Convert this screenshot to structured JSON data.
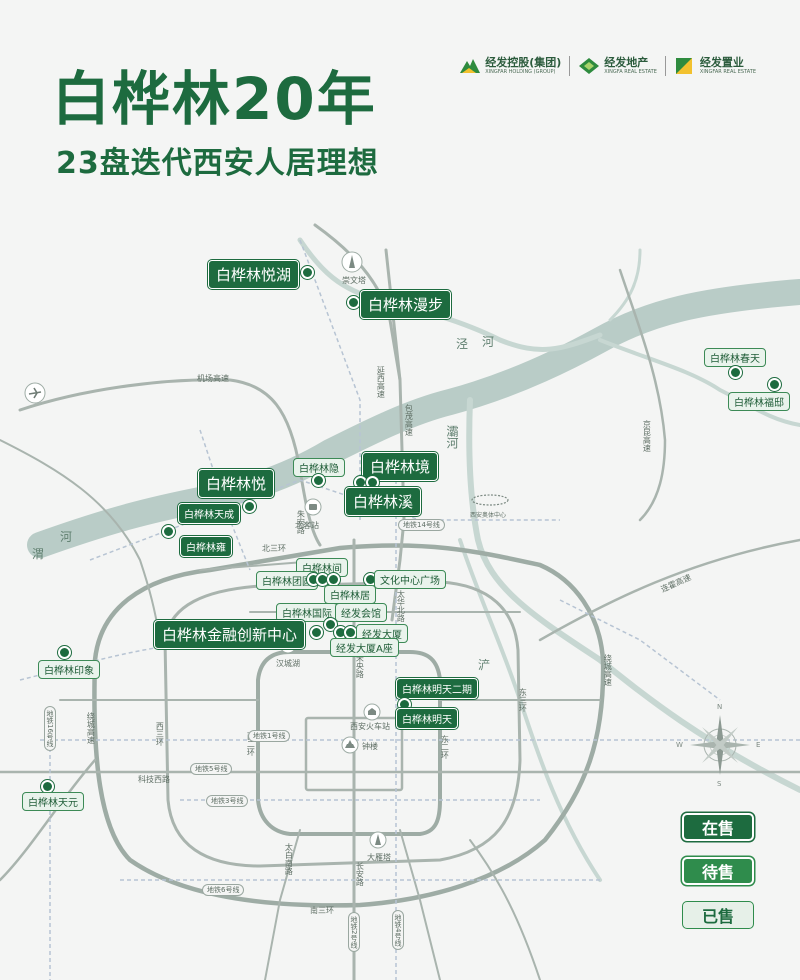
{
  "header": {
    "title": "白桦林20年",
    "subtitle": "23盘迭代西安人居理想"
  },
  "logos": [
    {
      "name": "经发控股(集团)",
      "en": "XINGFAR HOLDING (GROUP)",
      "icon": "xingfar-holding-logo-icon",
      "color": "#2e8b3e"
    },
    {
      "name": "经发地产",
      "en": "XINGFA REAL ESTATE",
      "icon": "xingfa-diamond-logo-icon",
      "color": "#2e8b3e"
    },
    {
      "name": "经发置业",
      "en": "XINGFAR REAL ESTATE",
      "icon": "xingfar-square-logo-icon",
      "color": "#2e8b3e"
    }
  ],
  "colors": {
    "brand_green": "#1d6b3f",
    "river": "#b8cec9",
    "road": "#a8b3ad",
    "background": "#f4f5f4"
  },
  "projects": {
    "yuehu": "白桦林悦湖",
    "manbu": "白桦林漫步",
    "chuntian": "白桦林春天",
    "fudi": "白桦林福邸",
    "yin": "白桦林隐",
    "jing": "白桦林境",
    "yue": "白桦林悦",
    "xi": "白桦林溪",
    "tiancheng": "白桦林天成",
    "yong": "白桦林雍",
    "jian": "白桦林间",
    "tuanyuan": "白桦林团圆",
    "wenhua": "文化中心广场",
    "ju": "白桦林居",
    "guoji": "白桦林国际",
    "huiguan": "经发会馆",
    "jinrong": "白桦林金融创新中心",
    "dasha": "经发大厦",
    "dasha_a": "经发大厦A座",
    "yinxiang": "白桦林印象",
    "mingtian2": "白桦林明天二期",
    "mingtian": "白桦林明天",
    "tianyuan": "白桦林天元"
  },
  "map_labels": {
    "jingwenge": "崇文塔",
    "airport_hw": "机场高速",
    "xiyan_hw": "延西高速",
    "baomao_hw": "包茂高速",
    "jingkun_hw": "京昆高速",
    "zhuhong": "朱宏路",
    "beikezhan": "北客站",
    "n3ring": "北三环",
    "taihua": "太华北路",
    "weiyang": "未央路",
    "hancheng": "汉城湖",
    "raocheng_w": "绕城高速",
    "raocheng_e": "绕城高速",
    "w3ring": "西三环",
    "w2ring": "西二环",
    "e3ring": "东三环",
    "e2ring": "东二环",
    "lianhuo_hw": "连霍高速",
    "xian_station": "西安火车站",
    "zhonglou": "钟楼",
    "keji_rd": "科技西路",
    "taibai": "太白南路",
    "changan": "长安路",
    "dayanta": "大雁塔",
    "s3ring": "南三环",
    "olympic": "西安奥体中心"
  },
  "rivers": {
    "jing": [
      "泾",
      "河"
    ],
    "wei": [
      "渭",
      "河"
    ],
    "ba": "灞河",
    "chan": "浐"
  },
  "metro": {
    "l1": "地铁1号线",
    "l3": "地铁3号线",
    "l5": "地铁5号线",
    "l6": "地铁6号线",
    "l14": "地铁14号线",
    "l16": "地铁16号线",
    "l2": "地铁2号线",
    "l4": "地铁4号线"
  },
  "compass": {
    "n": "N",
    "s": "S",
    "e": "E",
    "w": "W"
  },
  "legend": {
    "on_sale": "在售",
    "upcoming": "待售",
    "sold": "已售"
  }
}
